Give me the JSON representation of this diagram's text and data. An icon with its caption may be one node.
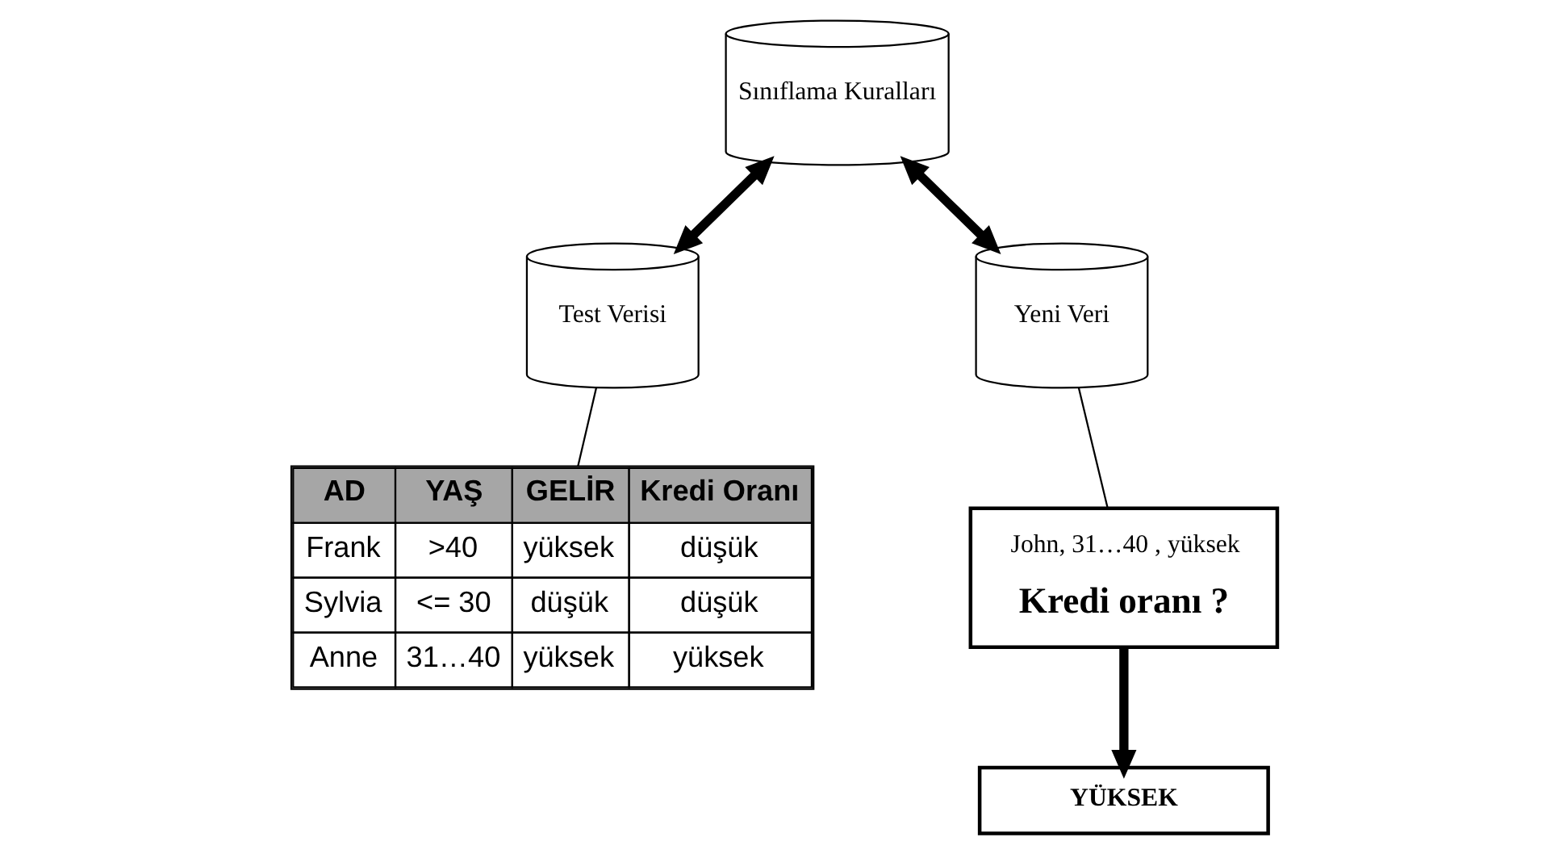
{
  "diagram": {
    "nodes": [
      {
        "text": [
          "Sınıflama Kuralları"
        ]
      },
      {
        "text": [
          "Test Verisi"
        ]
      },
      {
        "text": [
          "Yeni Veri"
        ]
      },
      {
        "text": [
          "AD",
          "YAŞ",
          "GELİR",
          "Kredi Oranı",
          "Frank",
          ">40",
          "yüksek",
          "düşük",
          "Sylvia",
          "<= 30",
          "düşük",
          "düşük",
          "Anne",
          "31…40",
          "yüksek",
          "yüksek"
        ]
      },
      {
        "text": [
          "John, 31…40 , yüksek",
          "Kredi oranı ?"
        ]
      },
      {
        "text": [
          "YÜKSEK"
        ]
      }
    ],
    "edges": [
      {
        "from": 0,
        "to": 1,
        "arrow": "both"
      },
      {
        "from": 0,
        "to": 2,
        "arrow": "both"
      },
      {
        "from": 1,
        "to": 3,
        "arrow": "none"
      },
      {
        "from": 2,
        "to": 4,
        "arrow": "none"
      },
      {
        "from": 4,
        "to": 5,
        "arrow": "to"
      }
    ]
  }
}
